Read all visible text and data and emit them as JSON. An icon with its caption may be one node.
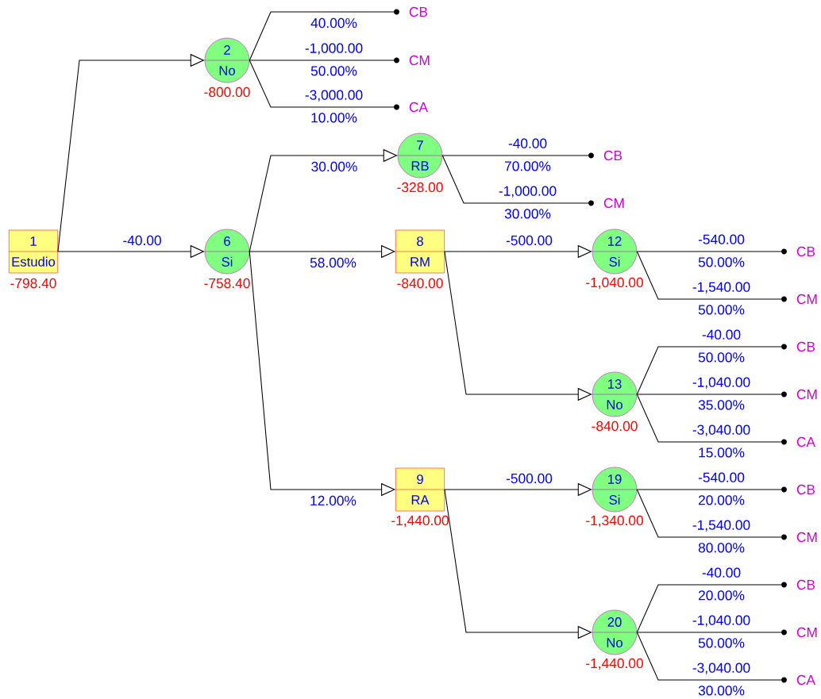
{
  "diagram": {
    "nodes": [
      {
        "text": [
          "1",
          "Estudio"
        ],
        "beside": [
          "-798.40"
        ]
      },
      {
        "text": [
          "2",
          "No"
        ],
        "beside": [
          "-800.00"
        ]
      },
      {
        "text": [
          "CB"
        ]
      },
      {
        "text": [
          "CM"
        ]
      },
      {
        "text": [
          "CA"
        ]
      },
      {
        "text": [
          "6",
          "Si"
        ],
        "beside": [
          "-758.40"
        ]
      },
      {
        "text": [
          "7",
          "RB"
        ],
        "beside": [
          "-328.00"
        ]
      },
      {
        "text": [
          "CB"
        ]
      },
      {
        "text": [
          "CM"
        ]
      },
      {
        "text": [
          "8",
          "RM"
        ],
        "beside": [
          "-840.00"
        ]
      },
      {
        "text": [
          "12",
          "Si"
        ],
        "beside": [
          "-1,040.00"
        ]
      },
      {
        "text": [
          "CB"
        ]
      },
      {
        "text": [
          "CM"
        ]
      },
      {
        "text": [
          "13",
          "No"
        ],
        "beside": [
          "-840.00"
        ]
      },
      {
        "text": [
          "CB"
        ]
      },
      {
        "text": [
          "CM"
        ]
      },
      {
        "text": [
          "CA"
        ]
      },
      {
        "text": [
          "9",
          "RA"
        ],
        "beside": [
          "-1,440.00"
        ]
      },
      {
        "text": [
          "19",
          "Si"
        ],
        "beside": [
          "-1,340.00"
        ]
      },
      {
        "text": [
          "CB"
        ]
      },
      {
        "text": [
          "CM"
        ]
      },
      {
        "text": [
          "20",
          "No"
        ],
        "beside": [
          "-1,440.00"
        ]
      },
      {
        "text": [
          "CB"
        ]
      },
      {
        "text": [
          "CM"
        ]
      },
      {
        "text": [
          "CA"
        ]
      }
    ],
    "edges": [
      {
        "from": 0,
        "to": 1,
        "arrow": "to"
      },
      {
        "from": 1,
        "to": 2,
        "arrow": "none",
        "label": "40.00%"
      },
      {
        "from": 1,
        "to": 3,
        "arrow": "none",
        "label": "-1,000.00 50.00%"
      },
      {
        "from": 1,
        "to": 4,
        "arrow": "none",
        "label": "-3,000.00 10.00%"
      },
      {
        "from": 0,
        "to": 5,
        "arrow": "to",
        "label": "-40.00"
      },
      {
        "from": 5,
        "to": 6,
        "arrow": "to",
        "label": "30.00%"
      },
      {
        "from": 6,
        "to": 7,
        "arrow": "none",
        "label": "-40.00 70.00%"
      },
      {
        "from": 6,
        "to": 8,
        "arrow": "none",
        "label": "-1,000.00 30.00%"
      },
      {
        "from": 5,
        "to": 9,
        "arrow": "to",
        "label": "58.00%"
      },
      {
        "from": 9,
        "to": 10,
        "arrow": "to",
        "label": "-500.00"
      },
      {
        "from": 10,
        "to": 11,
        "arrow": "none",
        "label": "-540.00 50.00%"
      },
      {
        "from": 10,
        "to": 12,
        "arrow": "none",
        "label": "-1,540.00 50.00%"
      },
      {
        "from": 9,
        "to": 13,
        "arrow": "to"
      },
      {
        "from": 13,
        "to": 14,
        "arrow": "none",
        "label": "-40.00 50.00%"
      },
      {
        "from": 13,
        "to": 15,
        "arrow": "none",
        "label": "-1,040.00 35.00%"
      },
      {
        "from": 13,
        "to": 16,
        "arrow": "none",
        "label": "-3,040.00 15.00%"
      },
      {
        "from": 5,
        "to": 17,
        "arrow": "to",
        "label": "12.00%"
      },
      {
        "from": 17,
        "to": 18,
        "arrow": "to",
        "label": "-500.00"
      },
      {
        "from": 18,
        "to": 19,
        "arrow": "none",
        "label": "-540.00 20.00%"
      },
      {
        "from": 18,
        "to": 20,
        "arrow": "none",
        "label": "-1,540.00 80.00%"
      },
      {
        "from": 17,
        "to": 21,
        "arrow": "to"
      },
      {
        "from": 21,
        "to": 22,
        "arrow": "none",
        "label": "-40.00 20.00%"
      },
      {
        "from": 21,
        "to": 23,
        "arrow": "none",
        "label": "-1,040.00 50.00%"
      },
      {
        "from": 21,
        "to": 24,
        "arrow": "none",
        "label": "-3,040.00 30.00%"
      }
    ]
  }
}
